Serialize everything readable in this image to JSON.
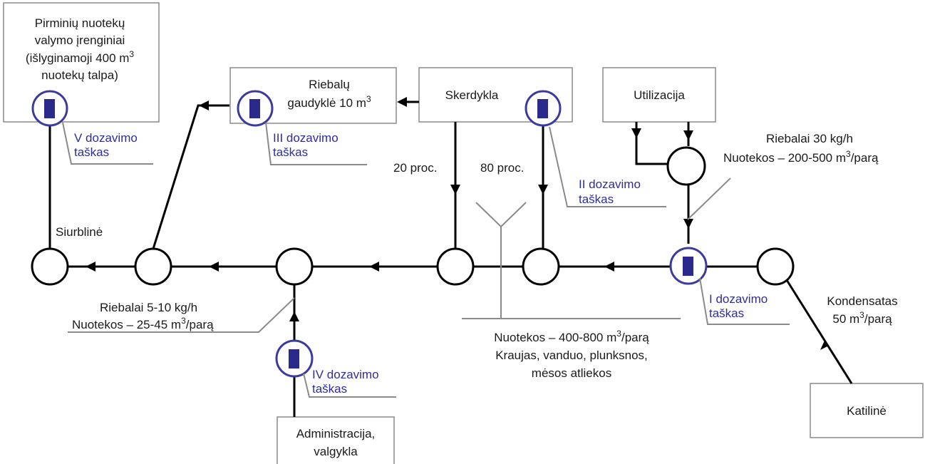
{
  "boxes": {
    "pirminiu": {
      "lines": [
        "Pirminių nuotekų",
        "valymo įrenginiai",
        "(išlyginamoji 400 m",
        "nuotekų talpa)"
      ],
      "sup": "3"
    },
    "riebalu": {
      "lines": [
        "Riebalų",
        "gaudyklė 10 m"
      ],
      "sup": "3"
    },
    "skerdykla": {
      "label": "Skerdykla"
    },
    "utilizacija": {
      "label": "Utilizacija"
    },
    "katiline": {
      "label": "Katilinė"
    },
    "administracija": {
      "lines": [
        "Administracija,",
        "valgykla"
      ]
    }
  },
  "dosing_points": {
    "i": [
      "I dozavimo",
      "taškas"
    ],
    "ii": [
      "II dozavimo",
      "taškas"
    ],
    "iii": [
      "III dozavimo",
      "taškas"
    ],
    "iv": [
      "IV dozavimo",
      "taškas"
    ],
    "v": [
      "V dozavimo",
      "taškas"
    ]
  },
  "labels": {
    "siurbline": "Siurblinė",
    "proc20": "20 proc.",
    "proc80": "80 proc.",
    "riebalai30": {
      "line1": "Riebalai 30 kg/h",
      "line2_pre": "Nuotekos – 200-500 m",
      "sup": "3",
      "line2_post": "/parą"
    },
    "riebalai510": {
      "line1": "Riebalai 5-10 kg/h",
      "line2_pre": "Nuotekos – 25-45 m",
      "sup": "3",
      "line2_post": "/parą"
    },
    "nuotekos400": {
      "line1_pre": "Nuotekos – 400-800 m",
      "sup": "3",
      "line1_post": "/parą",
      "line2": "Kraujas, vanduo, plunksnos,",
      "line3": "mėsos atliekos"
    },
    "kondensatas": {
      "line1": "Kondensatas",
      "line2_pre": "50 m",
      "sup": "3",
      "line2_post": "/parą"
    }
  },
  "colors": {
    "dosing_accent": "#2e2e9a",
    "box_border": "#8a8a8a",
    "pipe": "#000000"
  }
}
